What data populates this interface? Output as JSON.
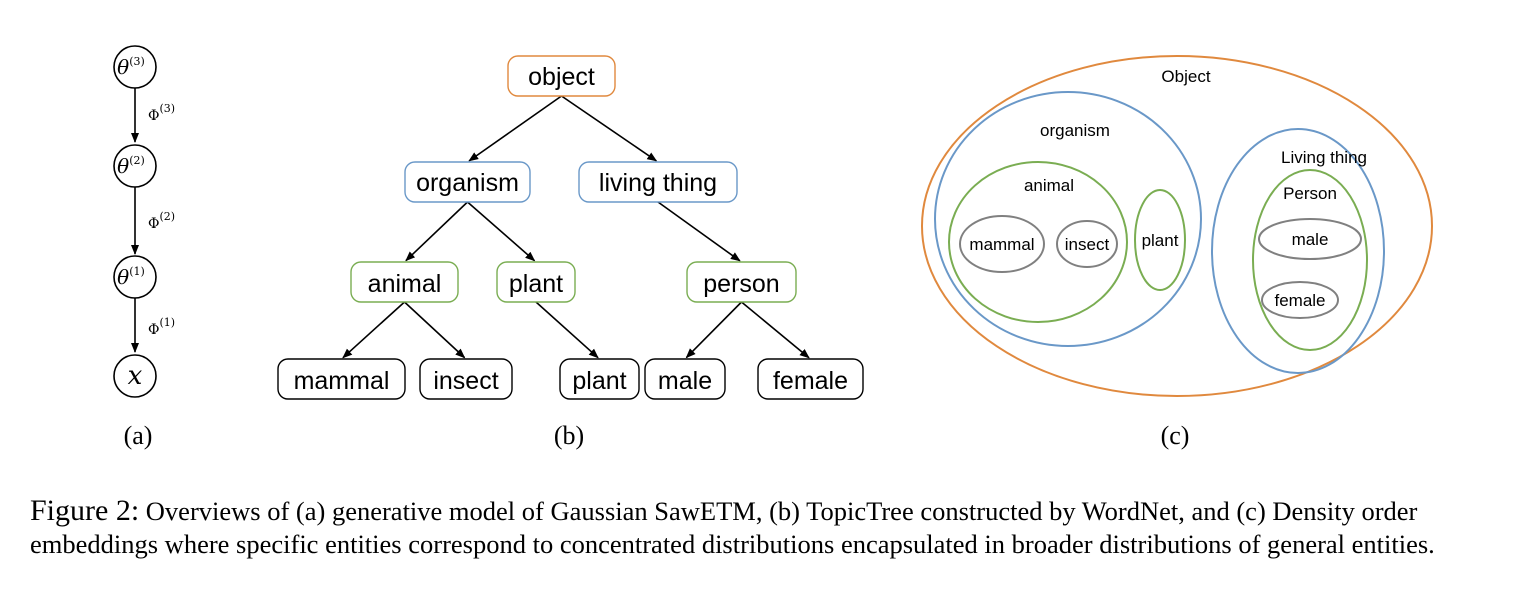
{
  "panel_a": {
    "nodes": [
      {
        "base": "θ",
        "sup": "(3)"
      },
      {
        "base": "θ",
        "sup": "(2)"
      },
      {
        "base": "θ",
        "sup": "(1)"
      },
      {
        "base": "x",
        "sup": ""
      }
    ],
    "edges": [
      {
        "base": "Φ",
        "sup": "(3)"
      },
      {
        "base": "Φ",
        "sup": "(2)"
      },
      {
        "base": "Φ",
        "sup": "(1)"
      }
    ],
    "label": "(a)"
  },
  "panel_b": {
    "nodes": {
      "object": "object",
      "organism": "organism",
      "living_thing": "living thing",
      "animal": "animal",
      "plant_mid": "plant",
      "person": "person",
      "mammal": "mammal",
      "insect": "insect",
      "plant_leaf": "plant",
      "male": "male",
      "female": "female"
    },
    "edges": [
      [
        "object",
        "organism"
      ],
      [
        "object",
        "living_thing"
      ],
      [
        "organism",
        "animal"
      ],
      [
        "organism",
        "plant_mid"
      ],
      [
        "living_thing",
        "person"
      ],
      [
        "animal",
        "mammal"
      ],
      [
        "animal",
        "insect"
      ],
      [
        "plant_mid",
        "plant_leaf"
      ],
      [
        "person",
        "male"
      ],
      [
        "person",
        "female"
      ]
    ],
    "label": "(b)"
  },
  "panel_c": {
    "regions": {
      "object": "Object",
      "organism": "organism",
      "animal": "animal",
      "mammal": "mammal",
      "insect": "insect",
      "plant": "plant",
      "living_thing": "Living thing",
      "person": "Person",
      "male": "male",
      "female": "female"
    },
    "label": "(c)"
  },
  "colors": {
    "orange": "#e0893e",
    "blue": "#6a98c8",
    "green": "#7aad52",
    "gray": "#808080",
    "black": "#000000"
  },
  "caption": {
    "figure_number": "Figure 2:",
    "text": "Overviews of (a) generative model of Gaussian SawETM, (b) TopicTree constructed by WordNet, and (c) Density order embeddings where specific entities correspond to concentrated distributions encapsulated in broader distributions of general entities."
  }
}
